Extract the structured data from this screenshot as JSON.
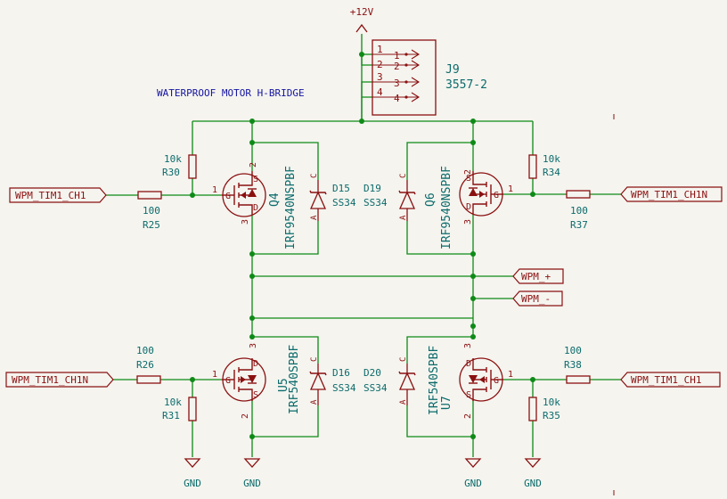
{
  "colors": {
    "background": "#f5f4ef",
    "wire": "#0e8a16",
    "symbol": "#8a1010",
    "ref": "#0b6b6b",
    "annotation": "#1414a0"
  },
  "annotation": "WATERPROOF MOTOR H-BRIDGE",
  "power": {
    "vcc": "+12V",
    "gnd": "GND"
  },
  "connector": {
    "ref": "J9",
    "value": "3557-2",
    "pins": [
      "1",
      "2",
      "3",
      "4"
    ],
    "pin_labels": [
      "1",
      "2",
      "3",
      "4"
    ]
  },
  "labels": {
    "tim_ch1": "WPM_TIM1_CH1",
    "tim_ch1n": "WPM_TIM1_CH1N",
    "wpm_plus": "WPM_+",
    "wpm_minus": "WPM_-"
  },
  "resistors": {
    "r25": {
      "ref": "R25",
      "value": "100"
    },
    "r30": {
      "ref": "R30",
      "value": "10k"
    },
    "r34": {
      "ref": "R34",
      "value": "10k"
    },
    "r37": {
      "ref": "R37",
      "value": "100"
    },
    "r26": {
      "ref": "R26",
      "value": "100"
    },
    "r31": {
      "ref": "R31",
      "value": "10k"
    },
    "r38": {
      "ref": "R38",
      "value": "100"
    },
    "r35": {
      "ref": "R35",
      "value": "10k"
    }
  },
  "mosfets": {
    "q4": {
      "ref": "Q4",
      "value": "IRF9540NSPBF"
    },
    "q6": {
      "ref": "Q6",
      "value": "IRF9540NSPBF"
    },
    "u5": {
      "ref": "U5",
      "value": "IRF540SPBF"
    },
    "u7": {
      "ref": "U7",
      "value": "IRF540SPBF"
    }
  },
  "diodes": {
    "d15": {
      "ref": "D15",
      "value": "SS34"
    },
    "d19": {
      "ref": "D19",
      "value": "SS34"
    },
    "d16": {
      "ref": "D16",
      "value": "SS34"
    },
    "d20": {
      "ref": "D20",
      "value": "SS34"
    }
  },
  "pin_numbers": {
    "gate": "1",
    "source": "2",
    "drain": "3"
  },
  "diode_pins": {
    "anode": "A",
    "cathode": "C"
  },
  "fet_pins": {
    "gate": "G",
    "source": "S",
    "drain": "D"
  }
}
